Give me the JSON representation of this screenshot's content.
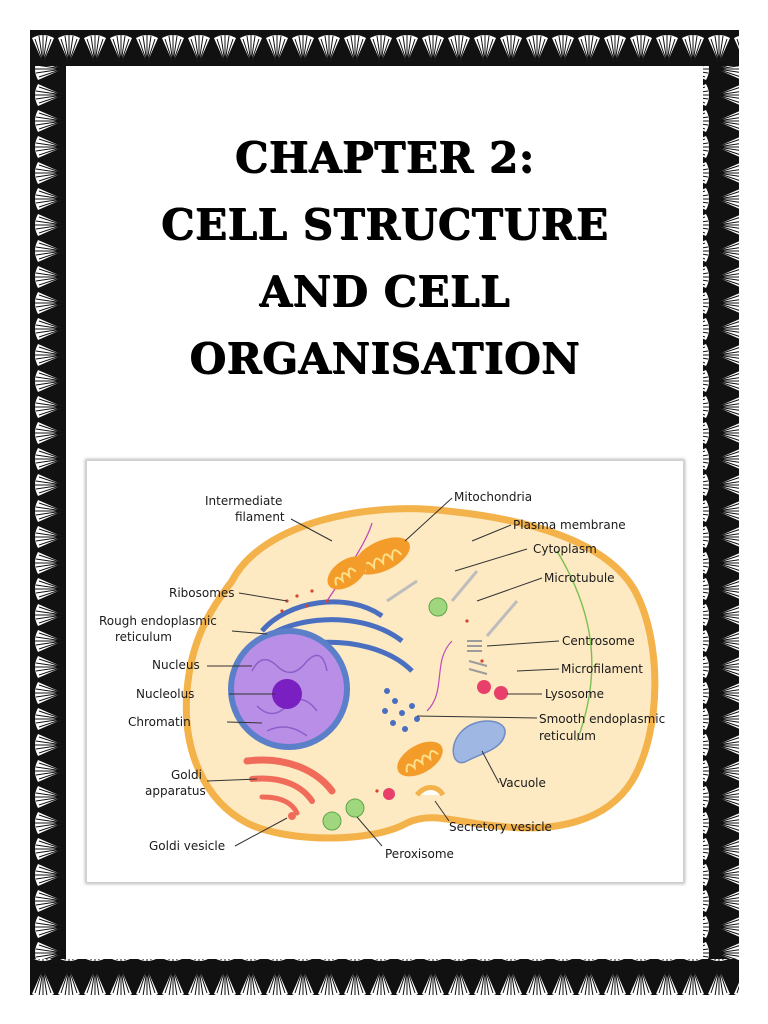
{
  "page": {
    "title_lines": [
      "CHAPTER 2:",
      "CELL STRUCTURE",
      "AND CELL",
      "ORGANISATION"
    ]
  },
  "diagram": {
    "labels": {
      "intermediate_filament": [
        "Intermediate",
        "filament"
      ],
      "ribosomes": "Ribosomes",
      "rough_er": [
        "Rough endoplasmic",
        "reticulum"
      ],
      "nucleus": "Nucleus",
      "nucleolus": "Nucleolus",
      "chromatin": "Chromatin",
      "goldi_apparatus": [
        "Goldi",
        "apparatus"
      ],
      "goldi_vesicle": "Goldi vesicle",
      "mitochondria": "Mitochondria",
      "plasma_membrane": "Plasma membrane",
      "cytoplasm": "Cytoplasm",
      "microtubule": "Microtubule",
      "centrosome": "Centrosome",
      "microfilament": "Microfilament",
      "lysosome": "Lysosome",
      "smooth_er": [
        "Smooth endoplasmic",
        "reticulum"
      ],
      "vacuole": "Vacuole",
      "secretory_vesicle": "Secretory vesicle",
      "peroxisome": "Peroxisome"
    },
    "colors": {
      "cell_fill": "#fde9c2",
      "cell_membrane": "#f3b24a",
      "nucleus_envelope": "#5b7fc9",
      "nucleus_fill": "#b98ee6",
      "nucleolus": "#7a1fc2",
      "mitochondria": "#f39c2a",
      "golgi": "#f06b5a",
      "lysosome": "#e8406b",
      "peroxisome": "#9fd67e",
      "vacuole": "#9fb7e3"
    }
  }
}
